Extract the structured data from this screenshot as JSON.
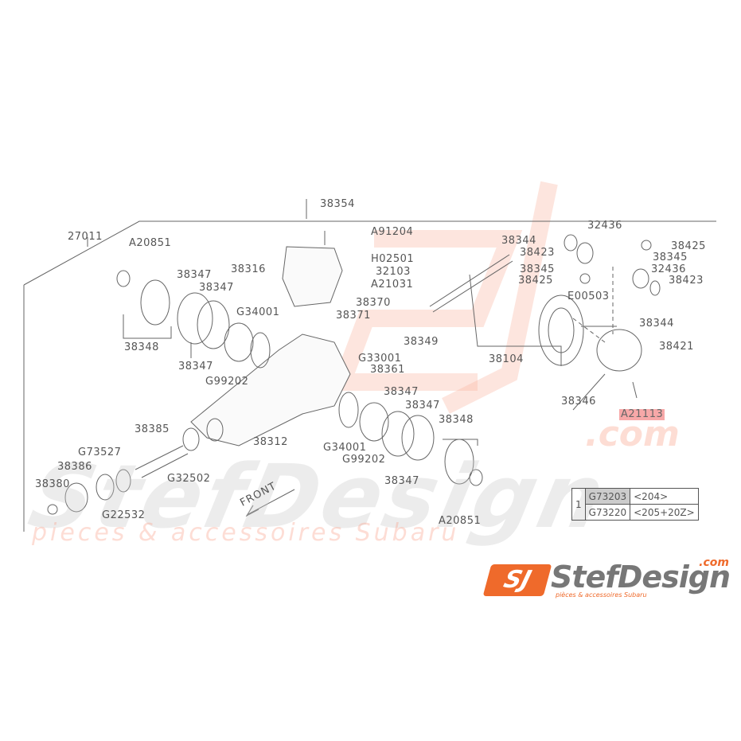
{
  "labels": [
    "38354",
    "27011",
    "A20851",
    "A91204",
    "38344",
    "32436",
    "38425",
    "38423",
    "38345",
    "38316",
    "H02501",
    "38347",
    "38347",
    "32103",
    "A21031",
    "38345",
    "32436",
    "38425",
    "38423",
    "38370",
    "E00503",
    "38371",
    "G34001",
    "38344",
    "38349",
    "G33001",
    "38348",
    "38104",
    "38421",
    "38347",
    "38361",
    "G99202",
    "38346",
    "38347",
    "38347",
    "A21113",
    "38385",
    "38348",
    "38312",
    "G34001",
    "G73527",
    "G99202",
    "38386",
    "G32502",
    "38347",
    "38380",
    "G22532",
    "A20851"
  ],
  "front_label": "FRONT",
  "reference_table": {
    "marker": "1",
    "rows": [
      {
        "part": "G73203",
        "note": "<204>"
      },
      {
        "part": "G73220",
        "note": "<205+20Z>"
      }
    ]
  },
  "watermark": {
    "brand": "StefDesign",
    "domain": ".com",
    "tagline": "pieces & accessoires Subaru"
  },
  "logo": {
    "mark": "SJ",
    "name": "StefDesign",
    "domain": ".com",
    "tagline": "pièces & accessoires Subaru"
  },
  "colors": {
    "highlight": "#f7a8a8",
    "brand_orange": "#ef6a2b"
  }
}
